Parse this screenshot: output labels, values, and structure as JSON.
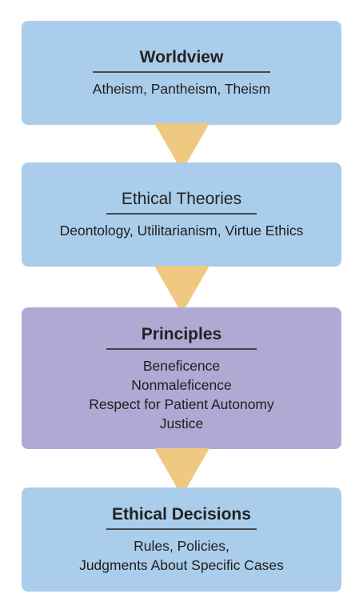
{
  "colors": {
    "box_blue": "#aacdeb",
    "box_purple": "#b1a9d4",
    "arrow_gold": "#efc980",
    "text": "#222222"
  },
  "boxes": [
    {
      "title": "Worldview",
      "title_bold": true,
      "color": "#aacdeb",
      "lines": [
        "Atheism, Pantheism, Theism"
      ]
    },
    {
      "title": "Ethical Theories",
      "title_bold": false,
      "color": "#aacdeb",
      "lines": [
        "Deontology, Utilitarianism, Virtue Ethics"
      ]
    },
    {
      "title": "Principles",
      "title_bold": true,
      "color": "#b1a9d4",
      "lines": [
        "Beneficence",
        "Nonmaleficence",
        "Respect for Patient Autonomy",
        "Justice"
      ]
    },
    {
      "title": "Ethical Decisions",
      "title_bold": true,
      "color": "#aacdeb",
      "lines": [
        "Rules, Policies,",
        "Judgments About Specific Cases"
      ]
    }
  ]
}
